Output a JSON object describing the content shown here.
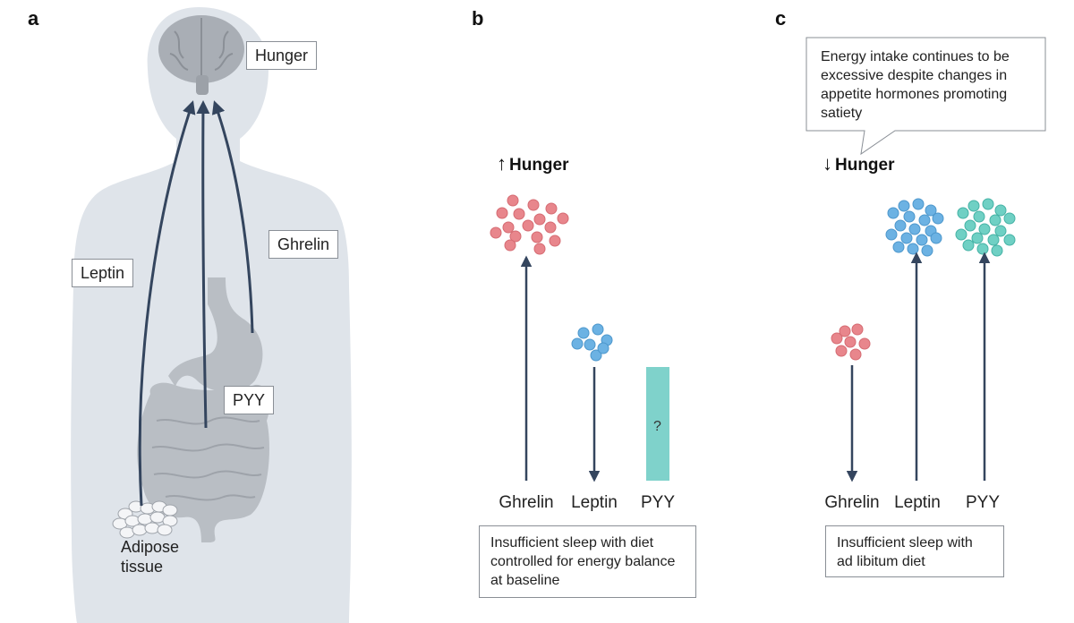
{
  "panels": {
    "a": {
      "letter": "a",
      "labels": {
        "hunger": "Hunger",
        "ghrelin": "Ghrelin",
        "leptin": "Leptin",
        "pyy": "PYY",
        "adipose": "Adipose tissue"
      }
    },
    "b": {
      "letter": "b",
      "hunger_arrow": "↑",
      "hunger_label": "Hunger",
      "hormones": [
        "Ghrelin",
        "Leptin",
        "PYY"
      ],
      "pyy_unknown": "?",
      "caption": "Insufficient sleep with diet controlled for energy balance at baseline"
    },
    "c": {
      "letter": "c",
      "hunger_arrow": "↓",
      "hunger_label": "Hunger",
      "hormones": [
        "Ghrelin",
        "Leptin",
        "PYY"
      ],
      "speech": "Energy intake continues to be excessive despite changes in appetite hormones promoting satiety",
      "caption": "Insufficient sleep with ad libitum diet"
    }
  },
  "colors": {
    "ghrelin": "#e8868c",
    "leptin": "#6cb2e3",
    "pyy": "#6fd0c4",
    "arrow": "#34455e",
    "body": "#dfe4ea",
    "organ": "#b9bec4"
  }
}
